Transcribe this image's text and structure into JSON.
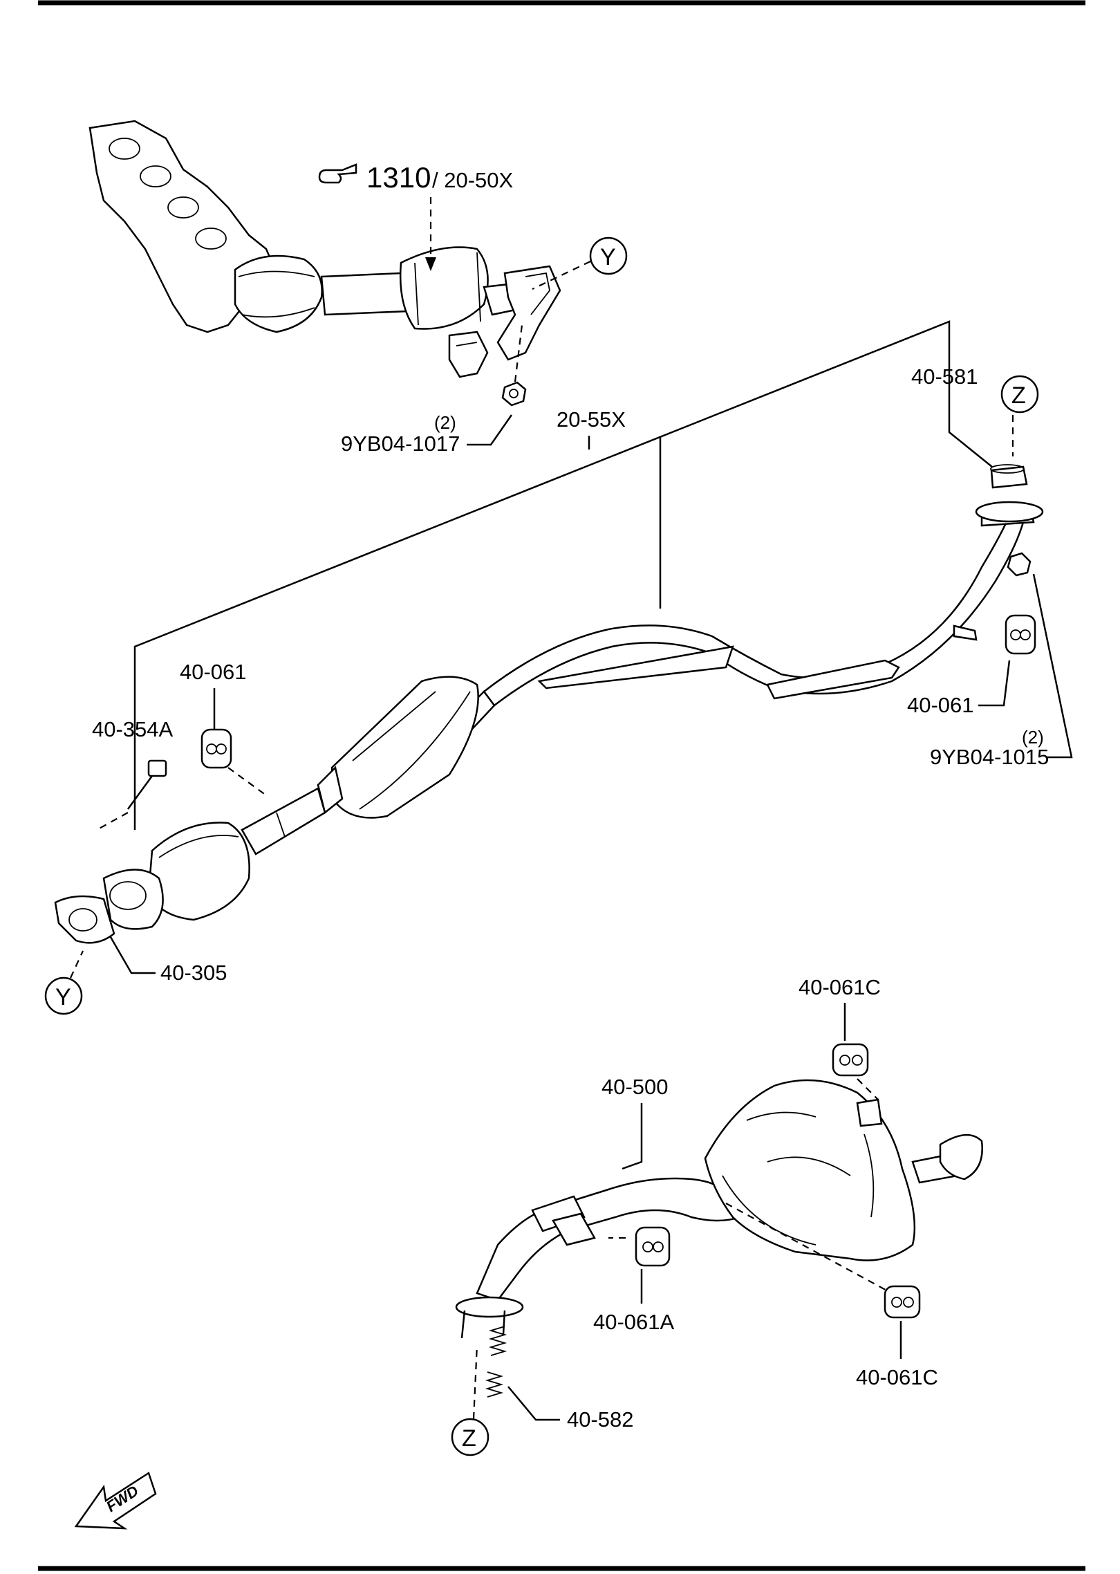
{
  "labels": {
    "ref_1310": "1310",
    "ref_20_50x": "/ 20-50X",
    "ref_20_55x": "20-55X",
    "ref_40_581": "40-581",
    "ref_40_061_right": "40-061",
    "ref_40_061_left": "40-061",
    "ref_40_354a": "40-354A",
    "ref_9yb04_1015": "9YB04-1015",
    "ref_9yb04_1015_qty": "(2)",
    "ref_9yb04_1017": "9YB04-1017",
    "ref_9yb04_1017_qty": "(2)",
    "ref_40_305": "40-305",
    "ref_40_500": "40-500",
    "ref_40_061c_top": "40-061C",
    "ref_40_061c_bottom": "40-061C",
    "ref_40_061a": "40-061A",
    "ref_40_582": "40-582"
  },
  "connectors": {
    "y_top": "Y",
    "y_bottom": "Y",
    "z_top": "Z",
    "z_bottom": "Z"
  },
  "fwd_indicator": "FWD",
  "icons": {
    "pointer": "pointing-hand-icon",
    "fwd": "fwd-arrow-icon"
  },
  "colors": {
    "ink": "#000000",
    "paper": "#ffffff"
  }
}
